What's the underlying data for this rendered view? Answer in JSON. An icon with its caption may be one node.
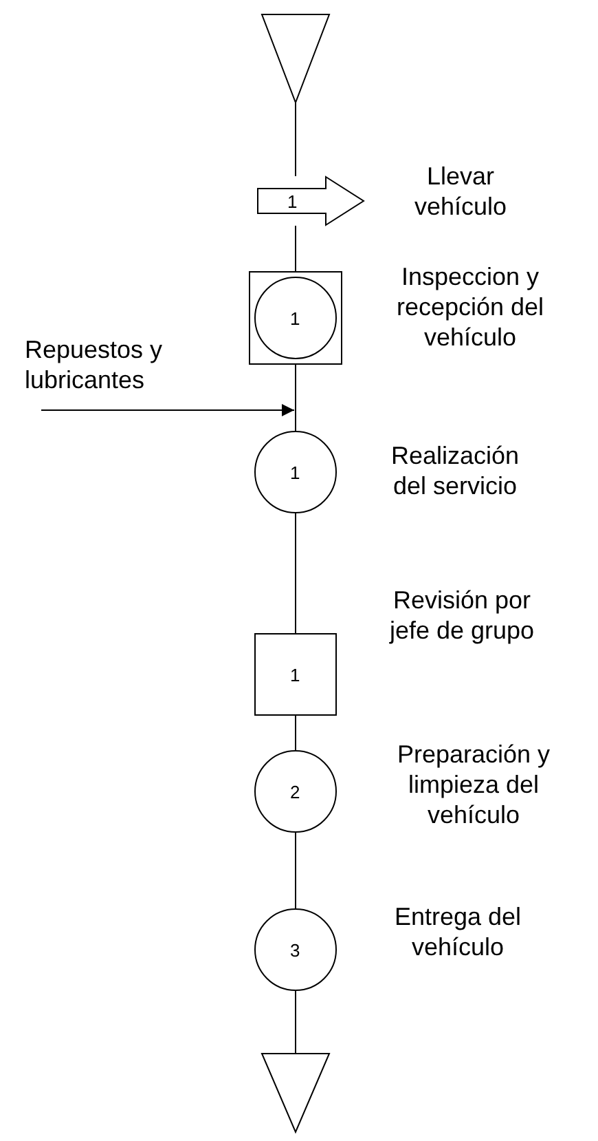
{
  "diagram": {
    "nodes": [
      {
        "text": [],
        "shape": "triangle"
      },
      {
        "text": [
          "1"
        ],
        "beside": [
          "Llevar vehículo"
        ]
      },
      {
        "text": [],
        "shape": "box",
        "beside": [
          "Inspeccion y recepción del vehículo"
        ]
      },
      {
        "text": [
          "1"
        ],
        "in": 2
      },
      {
        "text": [
          "1"
        ],
        "beside": [
          "Realización del servicio"
        ]
      },
      {
        "text": [
          "1"
        ],
        "beside": [
          "Revisión por jefe de grupo"
        ]
      },
      {
        "text": [
          "2"
        ],
        "beside": [
          "Preparación y limpieza del vehículo"
        ]
      },
      {
        "text": [
          "3"
        ],
        "beside": [
          "Entrega del vehículo"
        ]
      },
      {
        "text": [],
        "shape": "triangle"
      },
      {
        "text": [
          "Repuestos y lubricantes"
        ]
      }
    ],
    "edges": [
      {
        "from": 0,
        "to": 1,
        "arrow": "none"
      },
      {
        "from": 1,
        "to": 2,
        "arrow": "none"
      },
      {
        "from": 2,
        "to": 4,
        "arrow": "none"
      },
      {
        "from": 4,
        "to": 5,
        "arrow": "none"
      },
      {
        "from": 5,
        "to": 6,
        "arrow": "none"
      },
      {
        "from": 6,
        "to": 7,
        "arrow": "none"
      },
      {
        "from": 7,
        "to": 8,
        "arrow": "none"
      },
      {
        "from": 9,
        "to": 4,
        "arrow": "to"
      }
    ]
  }
}
